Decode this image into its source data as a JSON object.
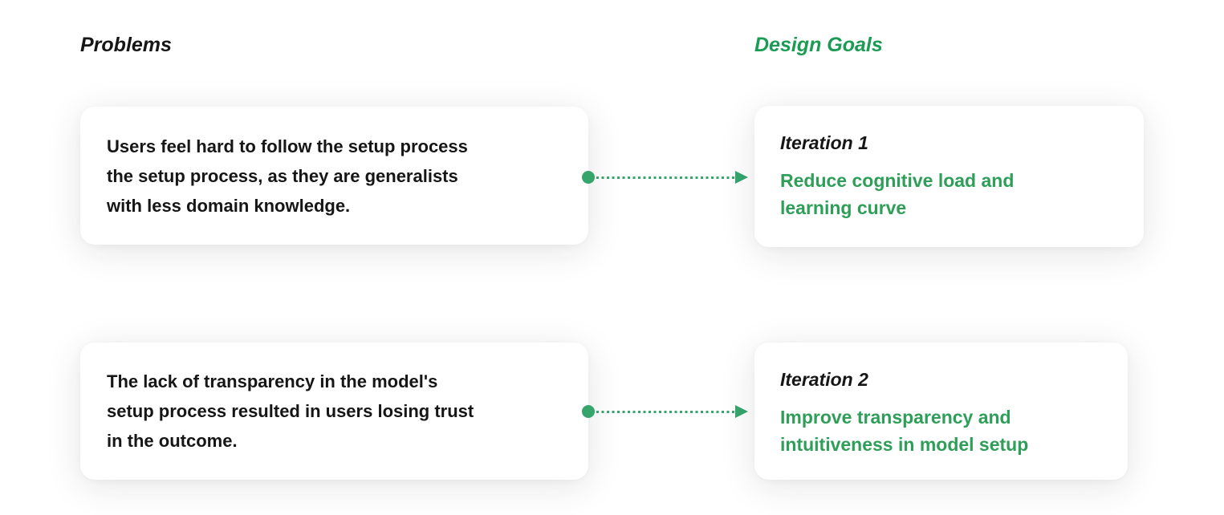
{
  "colors": {
    "page_bg": "#ffffff",
    "card_bg": "#ffffff",
    "text_black": "#161616",
    "heading_green": "#1b9b53",
    "goal_green": "#2e9e58",
    "connector_green": "#35a56c"
  },
  "headings": {
    "problems": "Problems",
    "design_goals": "Design Goals"
  },
  "rows": [
    {
      "problem": "Users feel hard to follow the setup process\nthe setup process, as they are generalists\nwith less domain knowledge.",
      "iteration_label": "Iteration 1",
      "goal": "Reduce cognitive load and\nlearning curve"
    },
    {
      "problem": "The lack of transparency in the model's\nsetup process resulted in users losing trust\nin the outcome.",
      "iteration_label": "Iteration 2",
      "goal": "Improve transparency and\nintuitiveness in model setup"
    }
  ]
}
